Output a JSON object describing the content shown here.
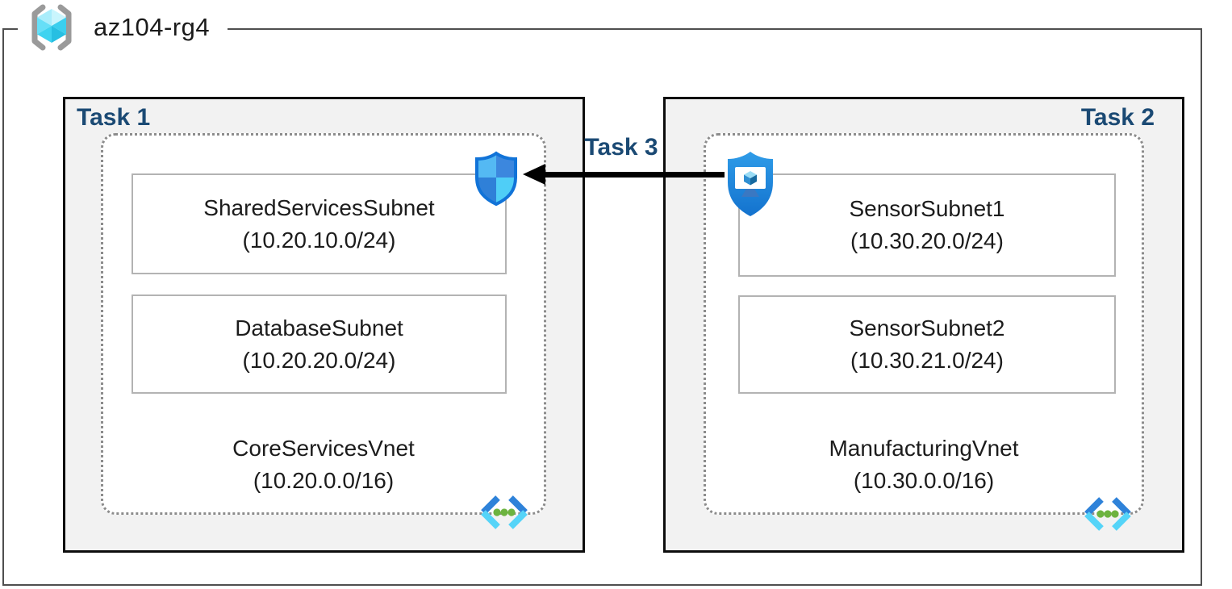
{
  "resource_group": {
    "name": "az104-rg4"
  },
  "tasks": {
    "t1": "Task 1",
    "t2": "Task 2",
    "t3": "Task 3"
  },
  "left_vnet": {
    "name": "CoreServicesVnet",
    "cidr": "(10.20.0.0/16)",
    "subnets": [
      {
        "name": "SharedServicesSubnet",
        "cidr": "(10.20.10.0/24)"
      },
      {
        "name": "DatabaseSubnet",
        "cidr": "(10.20.20.0/24)"
      }
    ]
  },
  "right_vnet": {
    "name": "ManufacturingVnet",
    "cidr": "(10.30.0.0/16)",
    "subnets": [
      {
        "name": "SensorSubnet1",
        "cidr": "(10.30.20.0/24)"
      },
      {
        "name": "SensorSubnet2",
        "cidr": "(10.30.21.0/24)"
      }
    ]
  },
  "icons": {
    "resource_group": "resource-group-icon",
    "left_shield": "defender-shield-icon",
    "right_shield": "bastion-shield-icon",
    "vnet": "virtual-network-icon"
  },
  "colors": {
    "task_label": "#1B4A74",
    "task_box_bg": "#F2F2F2",
    "task_box_border": "#0D0D0D",
    "frame_border": "#4F4F4F",
    "dashed_border": "#8C8C8C",
    "subnet_border": "#B3B3B3",
    "arrow": "#000000",
    "shield_outline": "#1173D8",
    "vnet_chevron_dark": "#2E82D9",
    "vnet_chevron_light": "#55D4F8",
    "vnet_dot_green": "#6CB33F"
  }
}
